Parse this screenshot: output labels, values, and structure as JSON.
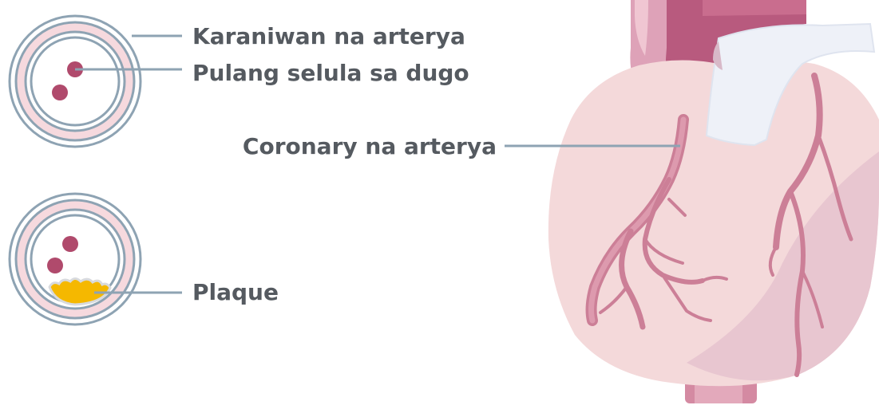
{
  "labels": {
    "artery_wall": "Karaniwan na arterya",
    "red_blood_cells": "Pulang selula sa dugo",
    "coronary_artery": "Coronary na arterya",
    "plaque": "Plaque"
  },
  "colors": {
    "label_text": "#555a60",
    "leader_line": "#8ea3b3",
    "artery_ring": "#8ea3b3",
    "artery_lining": "#f6d9de",
    "blood_cell": "#b04a6c",
    "plaque": "#f5b800",
    "heart_body": "#f4d9da",
    "heart_shade": "#e8c6d0",
    "aorta_dark": "#b85a7e",
    "aorta_light": "#dea2b8",
    "pulmonary": "#eef1f8",
    "coronary_vessel": "#cc7f97"
  },
  "icons": [
    "normal-artery-cross-section",
    "plaqued-artery-cross-section",
    "heart-illustration"
  ]
}
